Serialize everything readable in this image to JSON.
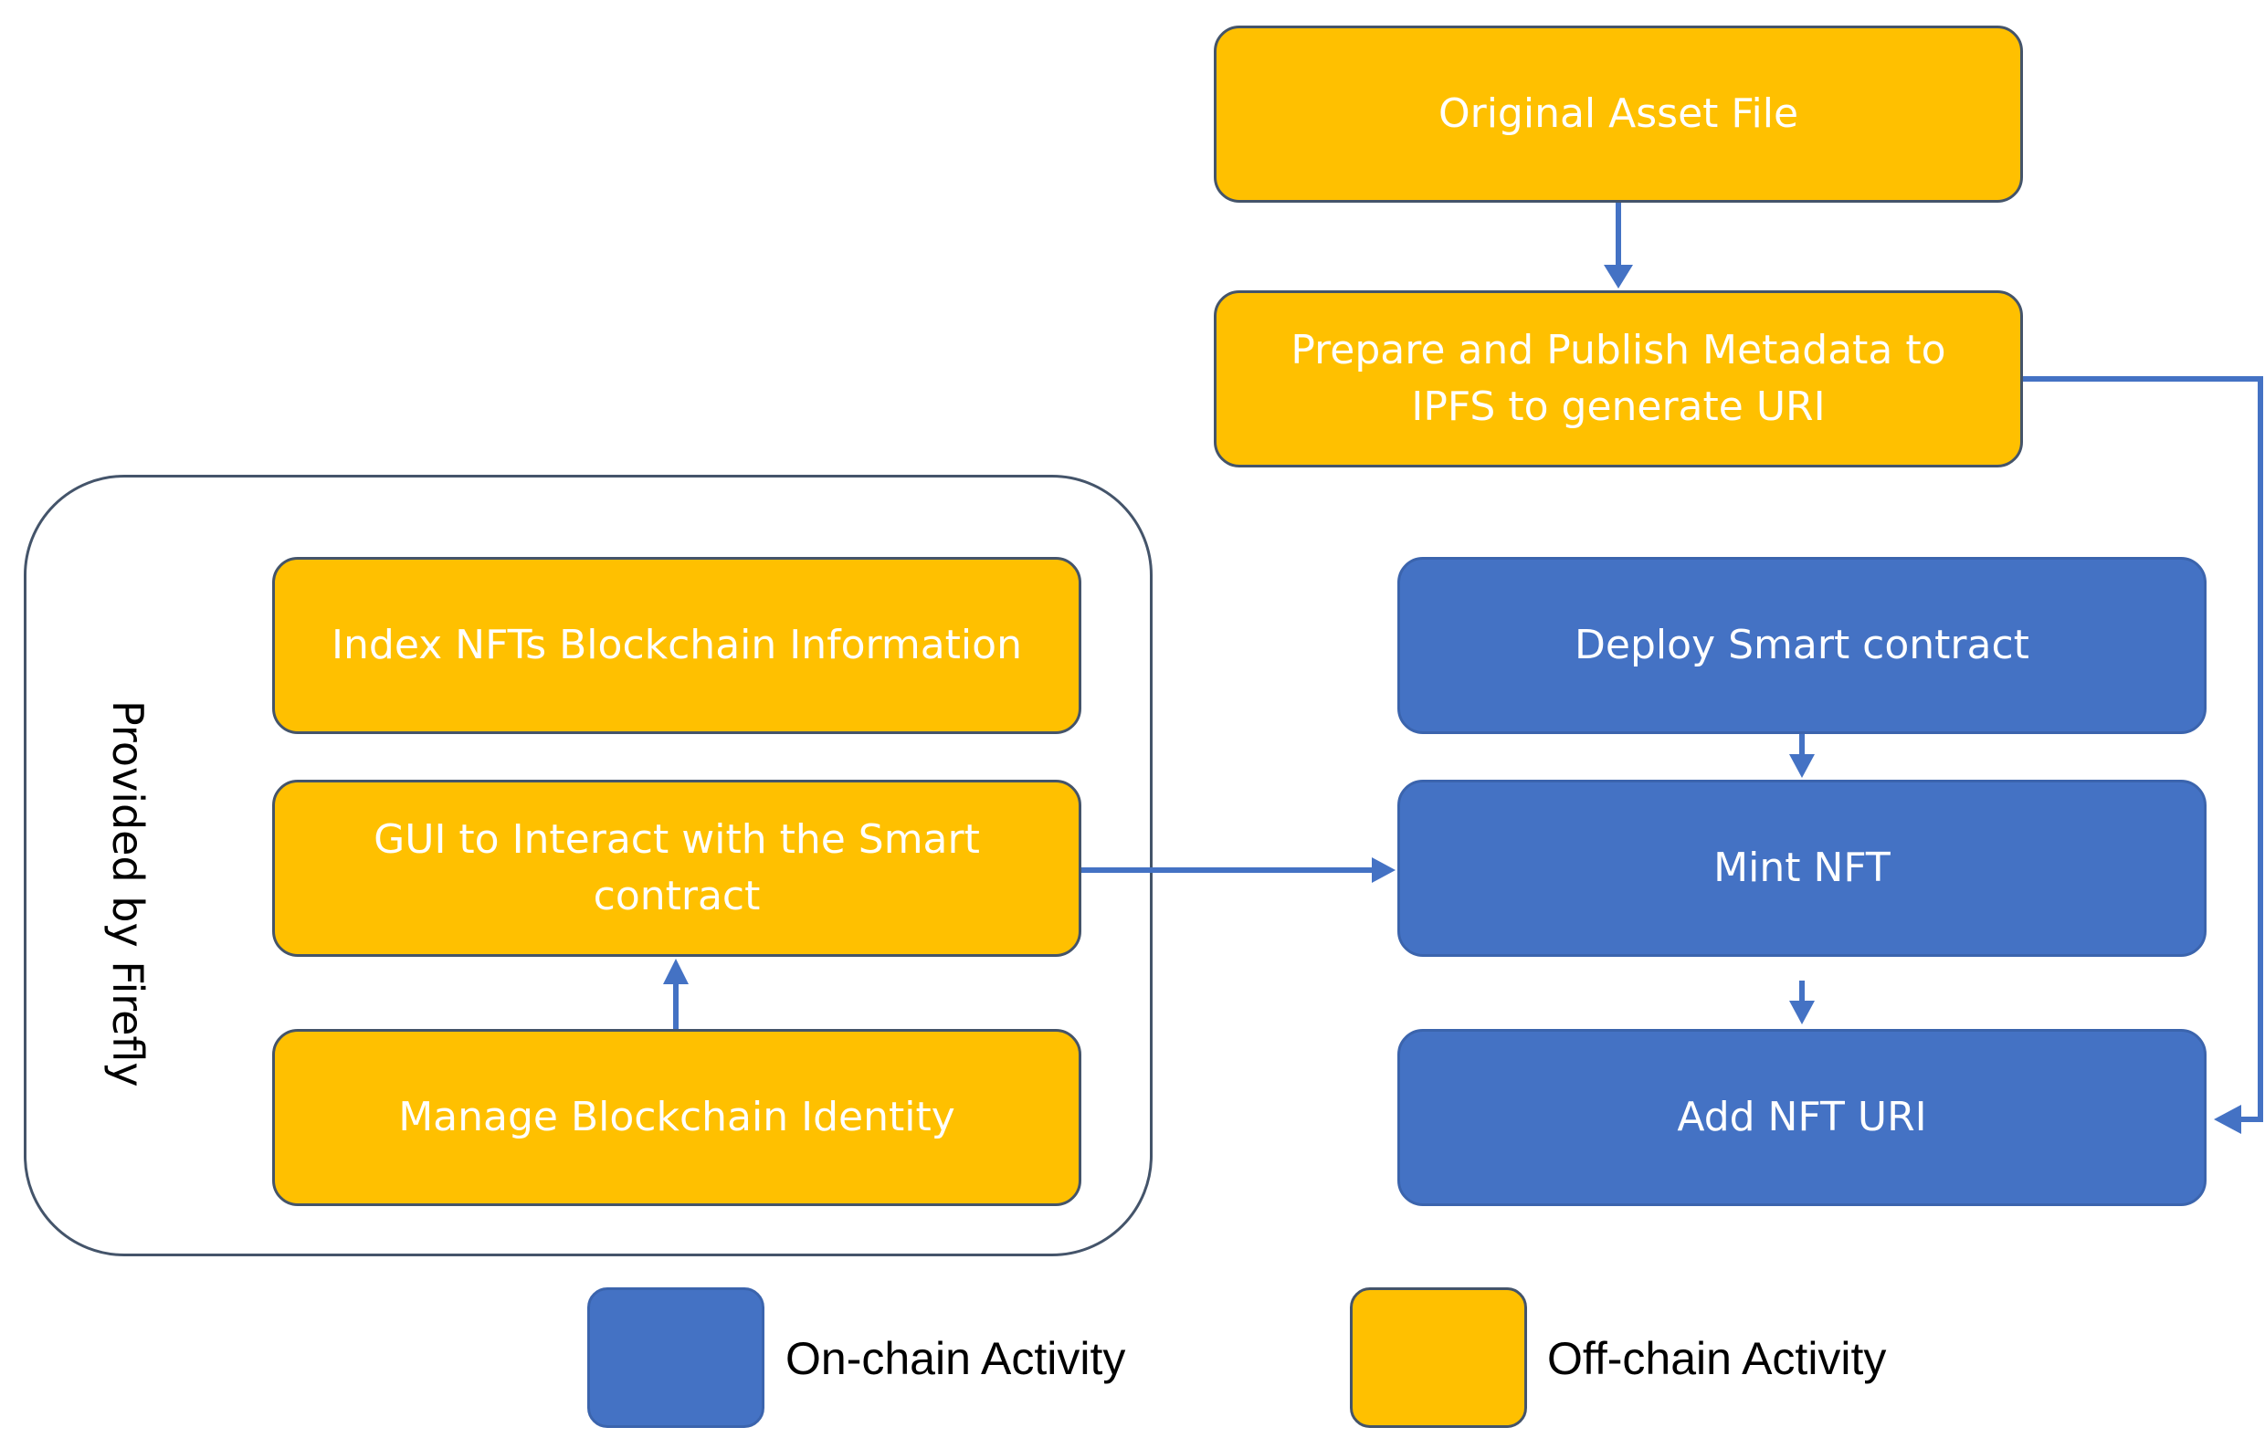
{
  "nodes": {
    "original_asset": {
      "label": "Original Asset File",
      "kind": "off-chain"
    },
    "prepare_metadata": {
      "label": "Prepare and Publish Metadata to IPFS to generate URI",
      "kind": "off-chain"
    },
    "index_nfts": {
      "label": "Index NFTs Blockchain Information",
      "kind": "off-chain"
    },
    "gui_interact": {
      "label": "GUI to Interact with the Smart contract",
      "kind": "off-chain"
    },
    "manage_identity": {
      "label": "Manage Blockchain Identity",
      "kind": "off-chain"
    },
    "deploy_contract": {
      "label": "Deploy Smart contract",
      "kind": "on-chain"
    },
    "mint_nft": {
      "label": "Mint NFT",
      "kind": "on-chain"
    },
    "add_uri": {
      "label": "Add NFT URI",
      "kind": "on-chain"
    }
  },
  "group": {
    "label": "Provided by Firefly"
  },
  "edges": [
    {
      "from": "original_asset",
      "to": "prepare_metadata"
    },
    {
      "from": "prepare_metadata",
      "to": "add_uri"
    },
    {
      "from": "deploy_contract",
      "to": "mint_nft"
    },
    {
      "from": "mint_nft",
      "to": "add_uri"
    },
    {
      "from": "gui_interact",
      "to": "mint_nft"
    },
    {
      "from": "manage_identity",
      "to": "gui_interact"
    }
  ],
  "legend": {
    "on_chain": {
      "label": "On-chain Activity",
      "color": "#4472C4"
    },
    "off_chain": {
      "label": "Off-chain Activity",
      "color": "#FFC000"
    }
  },
  "colors": {
    "off_chain": "#FFC000",
    "on_chain": "#4472C4",
    "line": "#4472C4",
    "border": "#44546A"
  }
}
